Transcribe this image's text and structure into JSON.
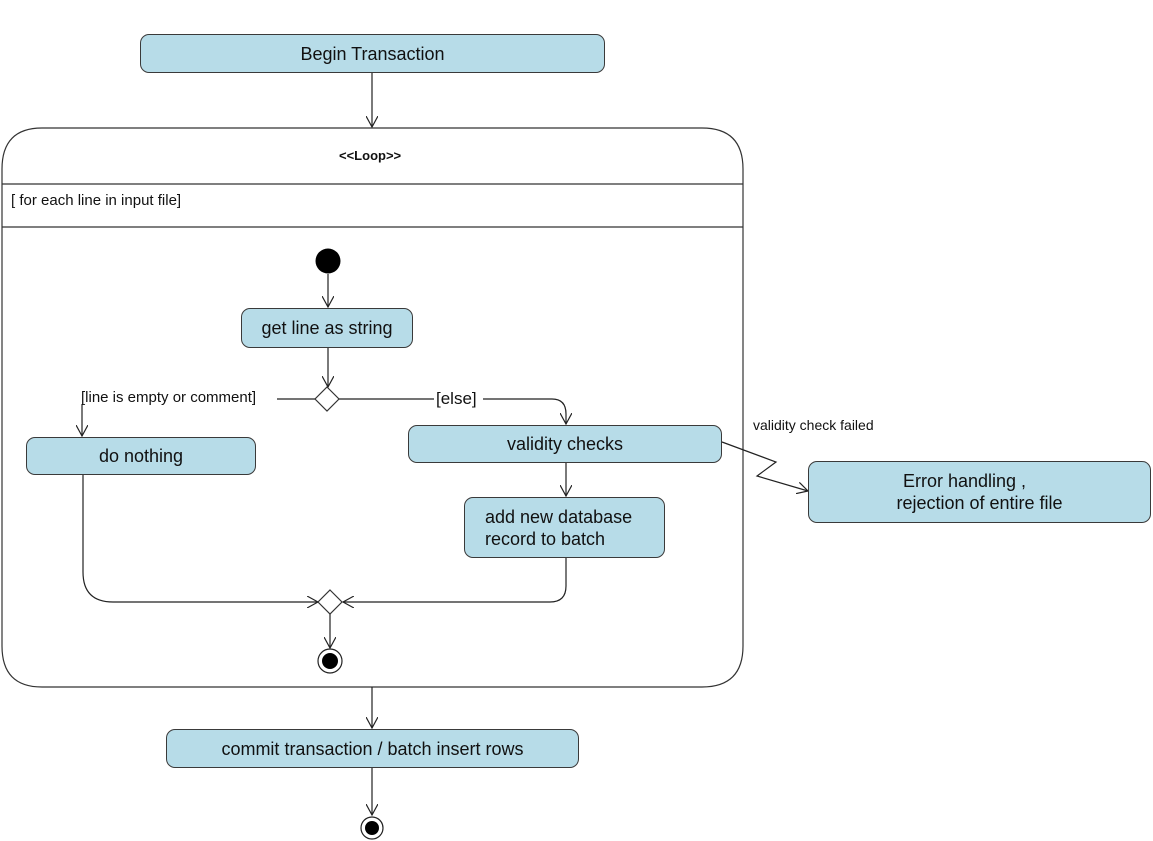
{
  "nodes": {
    "begin": "Begin Transaction",
    "get_line": "get line as string",
    "do_nothing": "do nothing",
    "validity": "validity checks",
    "add_record_line1": "add new database",
    "add_record_line2": "record to batch",
    "error_line1": "Error handling ,",
    "error_line2": "rejection of entire file",
    "commit": "commit transaction / batch insert rows"
  },
  "loop": {
    "title": "<<Loop>>",
    "condition": "[ for each line in input file]"
  },
  "guards": {
    "empty": "[line is empty or comment]",
    "else": "[else]",
    "validity_failed": "validity check failed"
  },
  "colors": {
    "node_fill": "#b7dce8",
    "stroke": "#3a3a3a"
  }
}
